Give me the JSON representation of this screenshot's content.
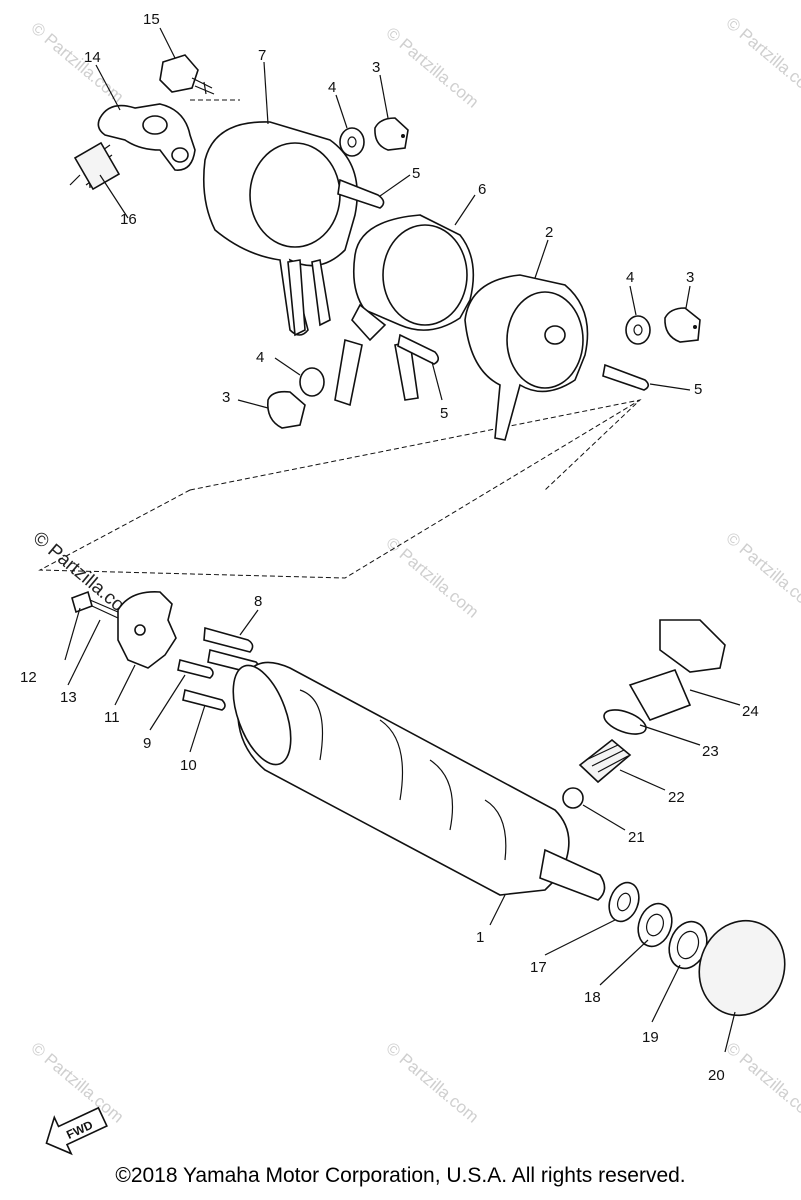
{
  "watermark": {
    "text": "© Partzilla.com"
  },
  "fwd_label": "FWD",
  "copyright": "©2018 Yamaha Motor Corporation, U.S.A. All rights reserved.",
  "callouts": [
    "1",
    "2",
    "3",
    "4",
    "5",
    "6",
    "7",
    "8",
    "9",
    "10",
    "11",
    "12",
    "13",
    "14",
    "15",
    "16",
    "17",
    "18",
    "19",
    "20",
    "21",
    "22",
    "23",
    "24"
  ]
}
